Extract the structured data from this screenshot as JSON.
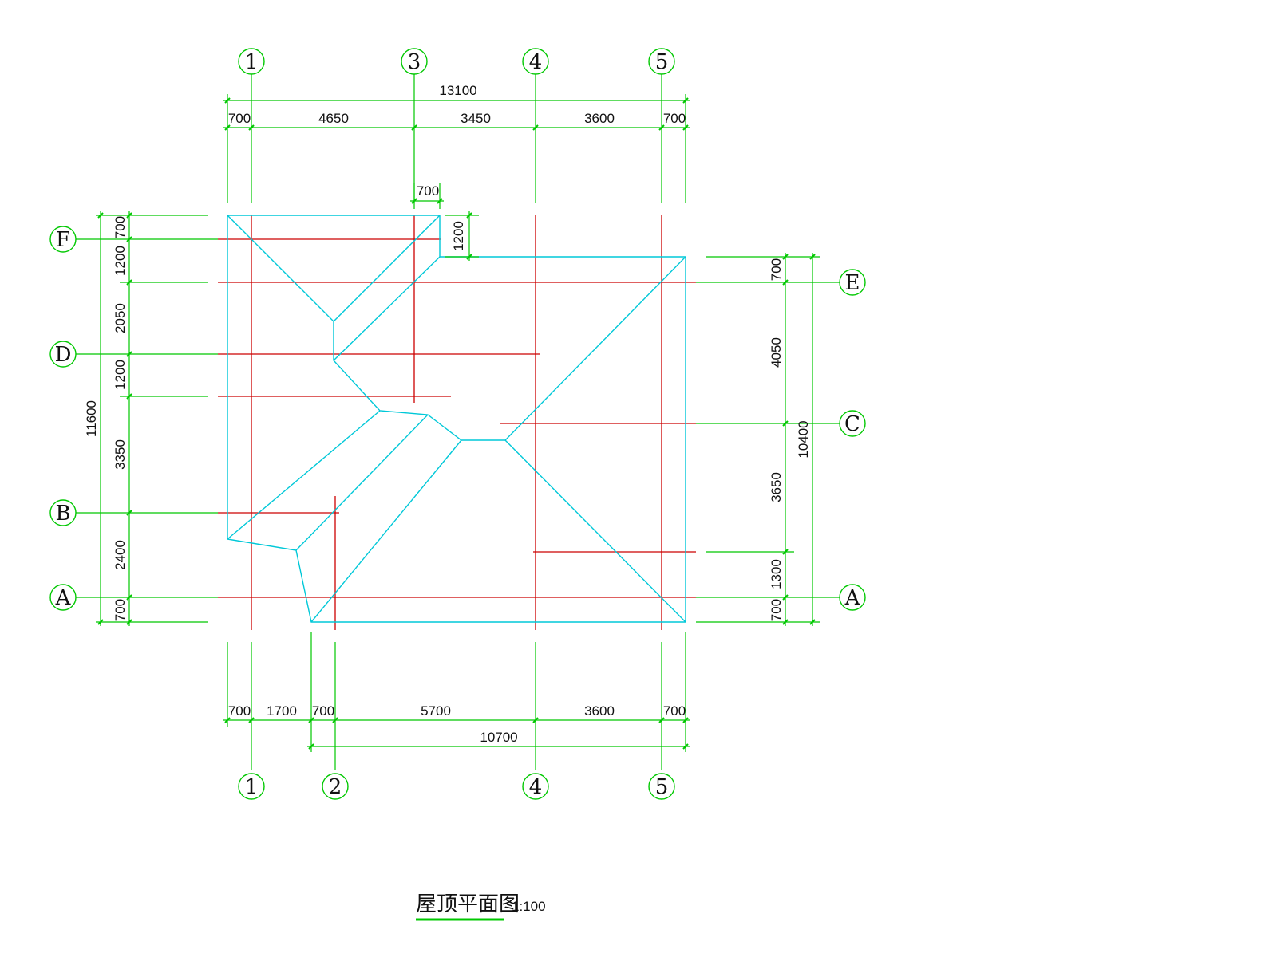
{
  "title": "屋顶平面图",
  "scale": "1:100",
  "colors": {
    "grid": "#00c800",
    "axis": "#cc0000",
    "roof": "#00c8d8",
    "text": "#111111"
  },
  "axes": {
    "top": [
      "1",
      "3",
      "4",
      "5"
    ],
    "bottom": [
      "1",
      "2",
      "4",
      "5"
    ],
    "left": [
      "F",
      "D",
      "B",
      "A"
    ],
    "right": [
      "E",
      "C",
      "A"
    ]
  },
  "dimensions": {
    "top_total": "13100",
    "top_segments": [
      "700",
      "4650",
      "3450",
      "3600",
      "700"
    ],
    "notch_width": "700",
    "notch_height": "1200",
    "bottom_segments": [
      "700",
      "1700",
      "700",
      "5700",
      "3600",
      "700"
    ],
    "bottom_total": "10700",
    "left_total": "11600",
    "left_segments": [
      "700",
      "1200",
      "2050",
      "1200",
      "3350",
      "2400",
      "700"
    ],
    "right_total": "10400",
    "right_segments": [
      "700",
      "4050",
      "3650",
      "1300",
      "700"
    ]
  }
}
